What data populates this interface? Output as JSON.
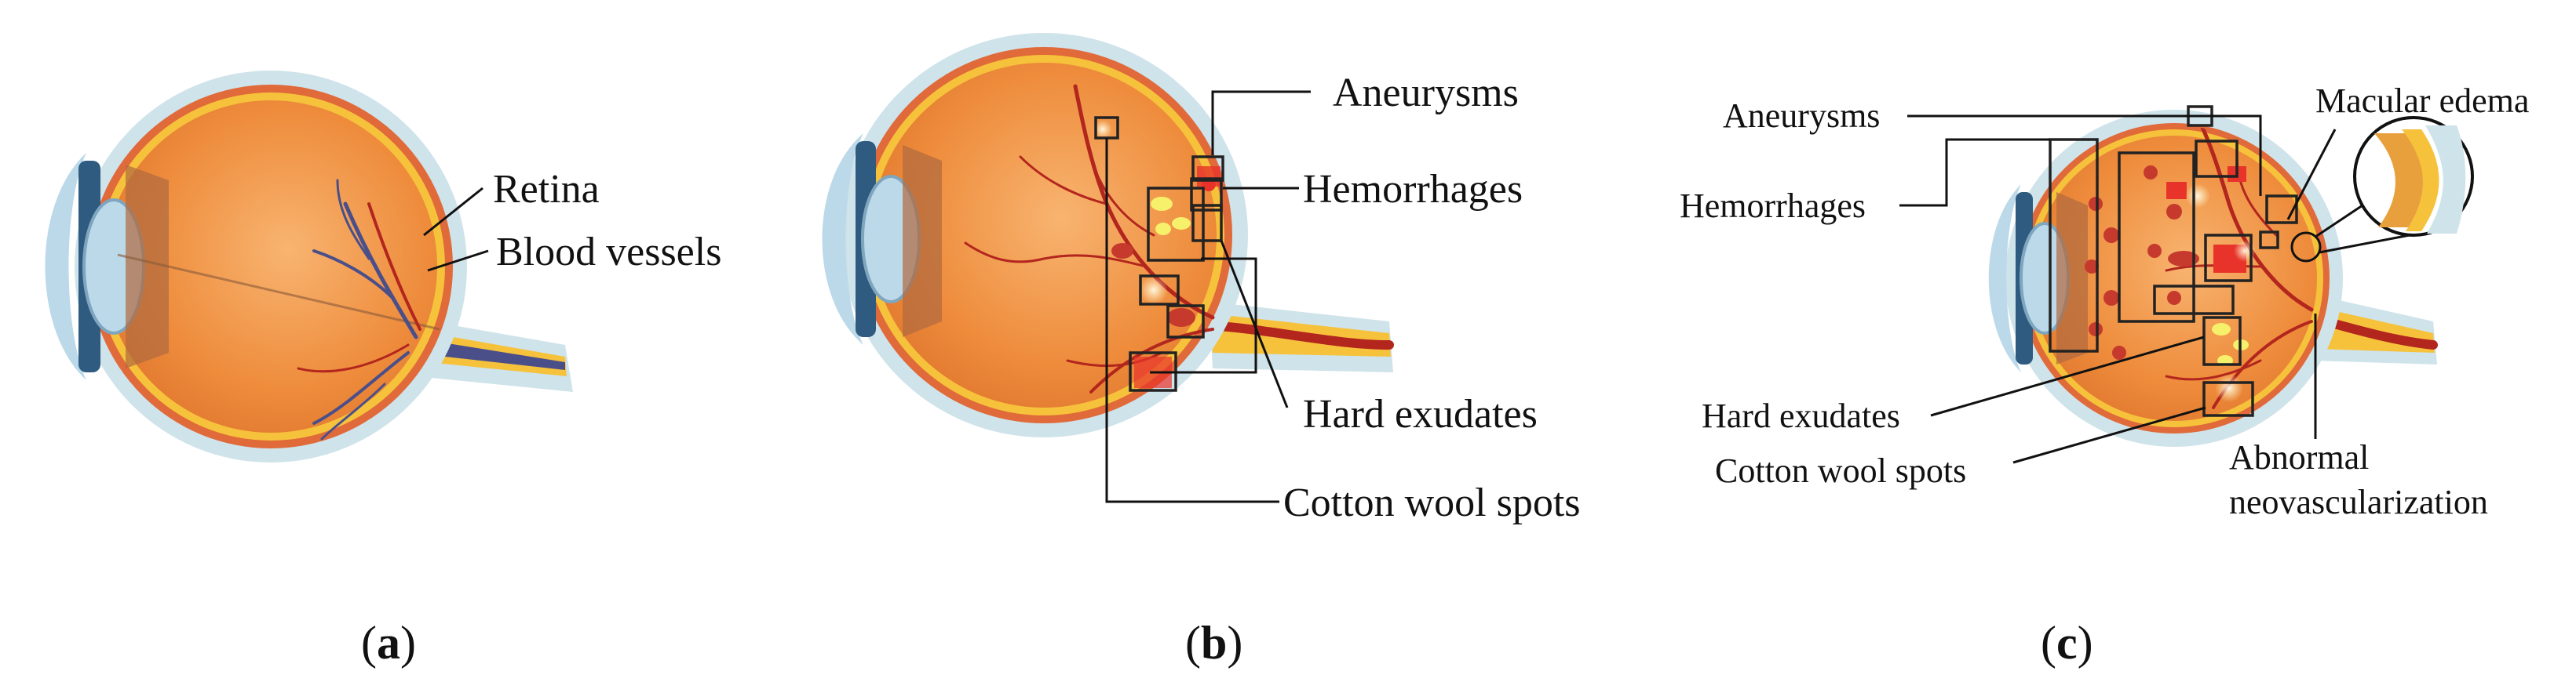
{
  "panels": [
    {
      "caption": "(a)",
      "labels": {
        "retina": "Retina",
        "blood_vessels": "Blood vessels"
      }
    },
    {
      "caption": "(b)",
      "labels": {
        "aneurysms": "Aneurysms",
        "hemorrhages": "Hemorrhages",
        "hard_exudates": "Hard exudates",
        "cotton_wool_spots": "Cotton wool spots"
      }
    },
    {
      "caption": "(c)",
      "labels": {
        "aneurysms": "Aneurysms",
        "hemorrhages": "Hemorrhages",
        "macular_edema": "Macular edema",
        "hard_exudates": "Hard exudates",
        "cotton_wool_spots": "Cotton wool spots",
        "abnormal_1": "Abnormal",
        "abnormal_2": "neovascularization"
      }
    }
  ],
  "colors": {
    "sclera": "#cfe3ea",
    "choroid": "#e06a3a",
    "vitreous": "#f0973f",
    "retina_band": "#f6c23b",
    "lens": "#bcd9ea",
    "iris": "#2f5b80",
    "vessel_red": "#b3261e",
    "vessel_blue": "#4a4f8a",
    "exudate": "#f7f06a",
    "hemorrhage": "#e8332b"
  }
}
